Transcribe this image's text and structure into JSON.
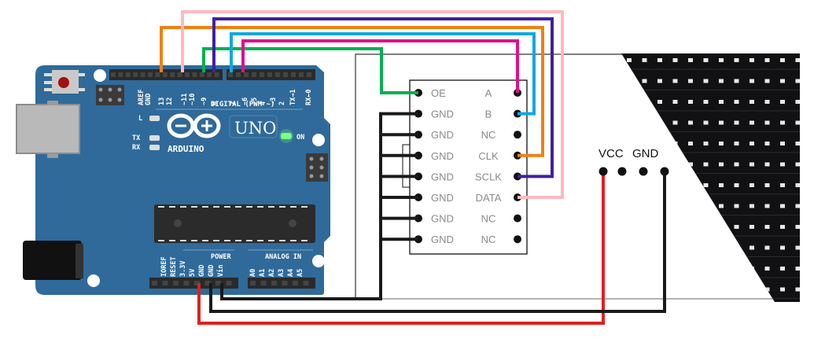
{
  "board": {
    "name": "ARDUINO",
    "model": "UNO",
    "on_label": "ON",
    "led_labels": [
      "L",
      "TX",
      "RX"
    ],
    "digital_header_label": "DIGITAL (PWM ~)",
    "digital_pins": [
      "AREF",
      "GND",
      "13",
      "12",
      "~11",
      "~10",
      "~9",
      "8",
      "7",
      "~6",
      "~5",
      "4",
      "~3",
      "2",
      "TX→1",
      "RX←0"
    ],
    "power_header_label": "POWER",
    "power_pins": [
      "IOREF",
      "RESET",
      "3.3V",
      "5V",
      "GND",
      "GND",
      "Vin"
    ],
    "analog_header_label": "ANALOG IN",
    "analog_pins": [
      "A0",
      "A1",
      "A2",
      "A3",
      "A4",
      "A5"
    ]
  },
  "hub_connector": {
    "left_pins": [
      "OE",
      "GND",
      "GND",
      "GND",
      "GND",
      "GND",
      "GND",
      "GND"
    ],
    "right_pins": [
      "A",
      "B",
      "NC",
      "CLK",
      "SCLK",
      "DATA",
      "NC",
      "NC"
    ]
  },
  "led_panel": {
    "power_labels": {
      "vcc": "VCC",
      "gnd": "GND"
    }
  },
  "wires": [
    {
      "from": "13",
      "to": "CLK",
      "color": "#f08010"
    },
    {
      "from": "~11",
      "to": "DATA",
      "color": "#ffb8c0"
    },
    {
      "from": "~9",
      "to": "OE",
      "color": "#00b050"
    },
    {
      "from": "8",
      "to": "SCLK",
      "color": "#4020a0"
    },
    {
      "from": "7",
      "to": "B",
      "color": "#10a8e0"
    },
    {
      "from": "~6",
      "to": "A",
      "color": "#e0108c"
    },
    {
      "from": "5V",
      "to": "VCC",
      "color": "#e02020"
    },
    {
      "from": "GND",
      "to": "GND (panel)",
      "color": "#1a1a1a"
    },
    {
      "from": "GND",
      "to": "GND (hub)",
      "color": "#1a1a1a"
    }
  ],
  "colors": {
    "board_blue": "#2f6a9a",
    "header_black": "#2a2a2a"
  }
}
